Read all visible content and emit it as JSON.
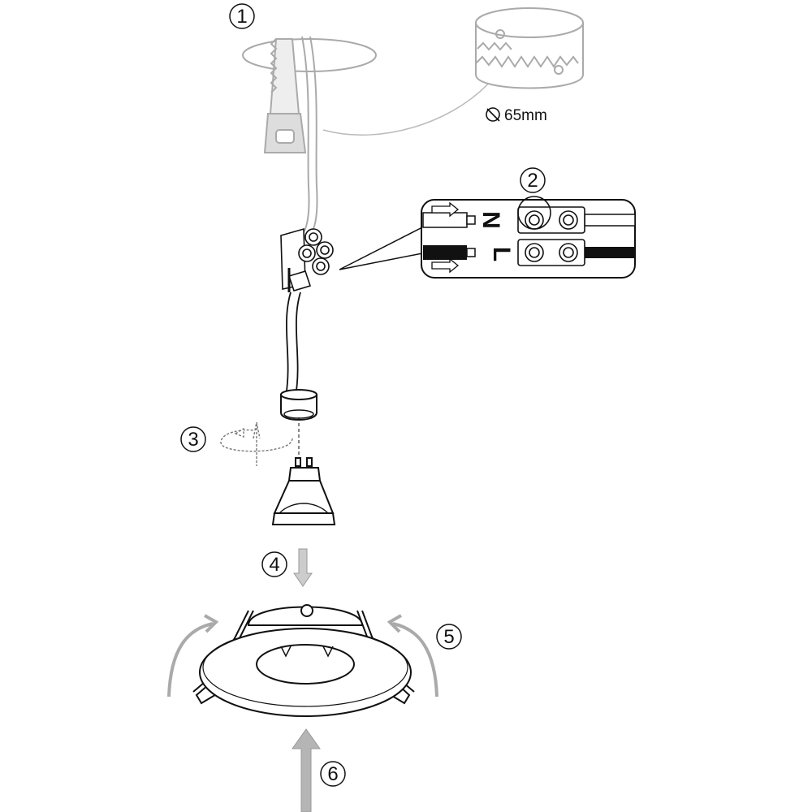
{
  "steps": [
    "1",
    "2",
    "3",
    "4",
    "5",
    "6"
  ],
  "hole_saw": {
    "dimension_label": "65mm"
  },
  "wiring": {
    "neutral_label": "N",
    "live_label": "L"
  },
  "colors": {
    "ink": "#111111",
    "ghost": "#aaaaaa",
    "arrow_gray": "#b5b5b5"
  }
}
